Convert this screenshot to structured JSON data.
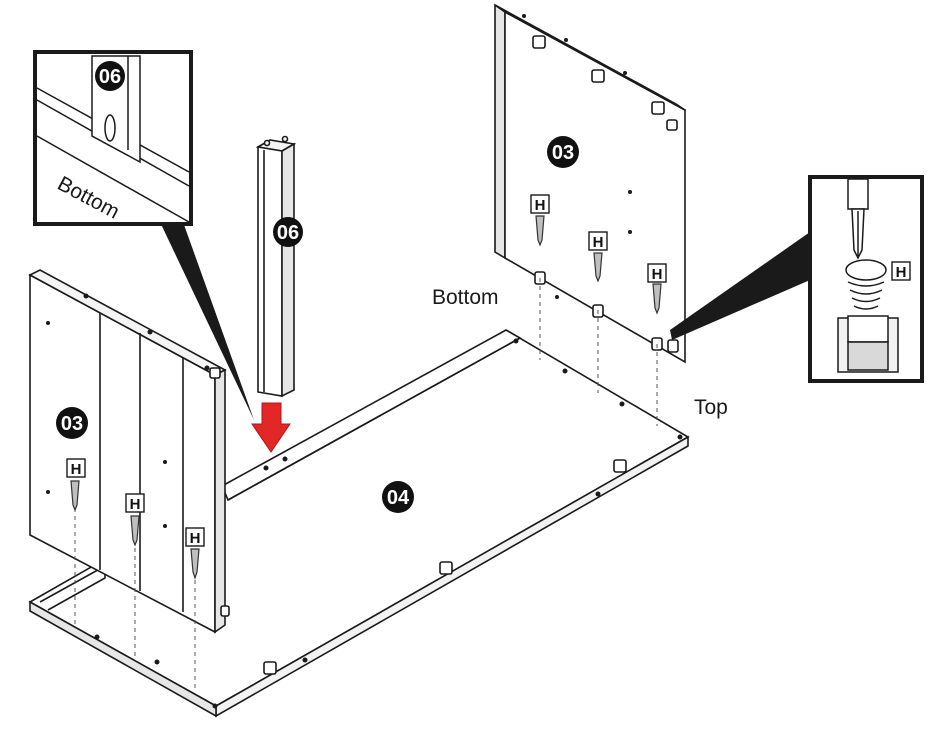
{
  "parts": {
    "left_side_panel": "03",
    "right_side_panel": "03",
    "bottom_panel": "04",
    "post": "06",
    "detail_post": "06"
  },
  "hardware": {
    "screw_letter": "H"
  },
  "labels": {
    "detail_bottom": "Bottom",
    "panel_bottom": "Bottom",
    "panel_top": "Top"
  },
  "colors": {
    "line": "#1a1a1a",
    "panel_fill": "#ffffff",
    "shade": "#d9d9d9",
    "arrow": "#e32626",
    "badge": "#111111"
  },
  "icons": {
    "arrow": "down-arrow-icon",
    "screw": "screw-icon",
    "screwdriver": "screwdriver-icon"
  }
}
